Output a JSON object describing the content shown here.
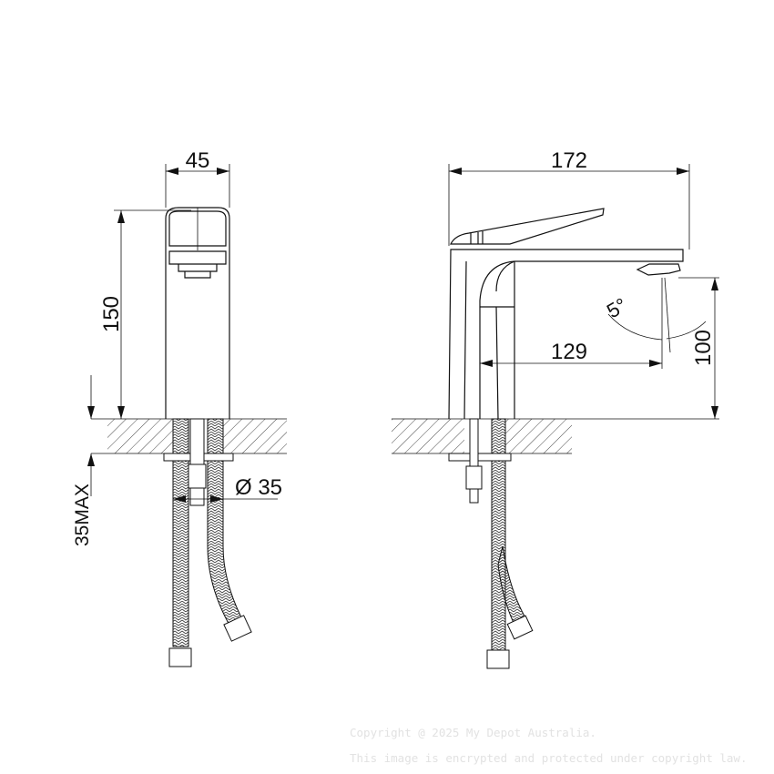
{
  "front_view": {
    "width_label": "45",
    "height_label": "150",
    "deck_label": "35MAX",
    "hole_label": "Ø 35"
  },
  "side_view": {
    "length_label": "172",
    "reach_label": "129",
    "spout_height_label": "100",
    "angle_label": "5°"
  },
  "watermark": {
    "line1": "Copyright @ 2025 My Depot Australia.",
    "line2": "This image is encrypted and protected under copyright law."
  }
}
